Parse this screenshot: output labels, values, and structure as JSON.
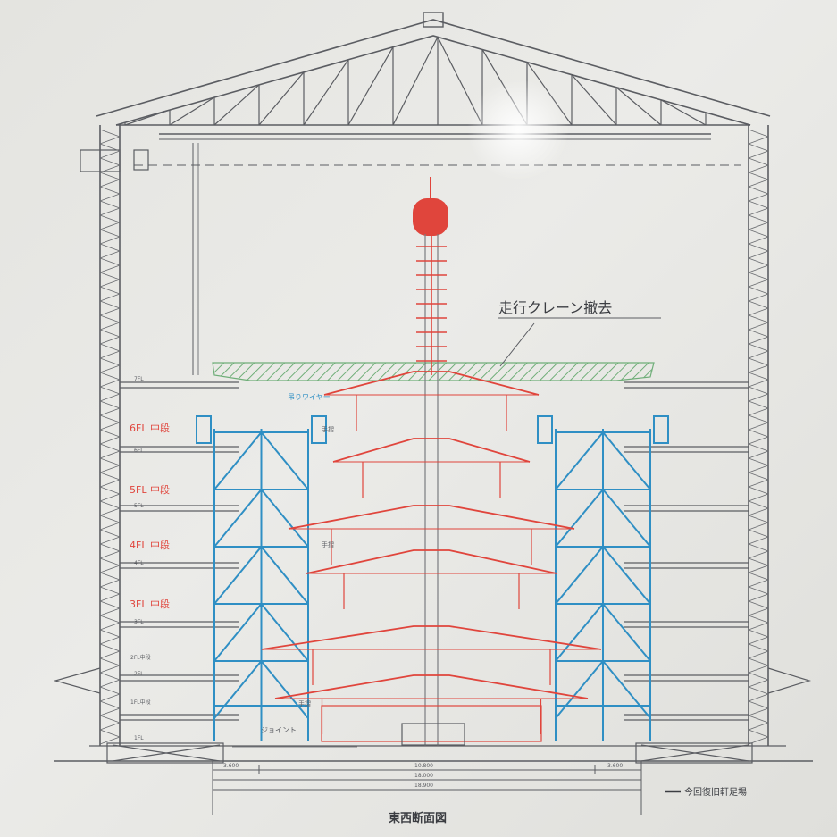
{
  "drawing": {
    "crane_note": "走行クレーン撤去",
    "title": "東西断面図",
    "legend_label": "今回復旧軒足場",
    "wire_note": "吊りワイヤー",
    "joint_note": "ジョイント",
    "stair_label": "手摺",
    "floors": [
      {
        "label": "6FL 中段"
      },
      {
        "label": "5FL 中段"
      },
      {
        "label": "4FL 中段"
      },
      {
        "label": "3FL 中段"
      }
    ],
    "small_floor_labels": [
      "7FL",
      "6FL",
      "5FL",
      "4FL",
      "3FL",
      "2FL中段",
      "2FL",
      "1FL中段",
      "1FL"
    ],
    "dims": {
      "d1": "3.600",
      "d2": "10.800",
      "d3": "3.600",
      "total1": "18.000",
      "total2": "18.900"
    },
    "colors": {
      "pagoda": "#e0453c",
      "scaffold": "#2f8fc4",
      "frame": "#5b5d62",
      "platform": "#6fae78"
    }
  }
}
